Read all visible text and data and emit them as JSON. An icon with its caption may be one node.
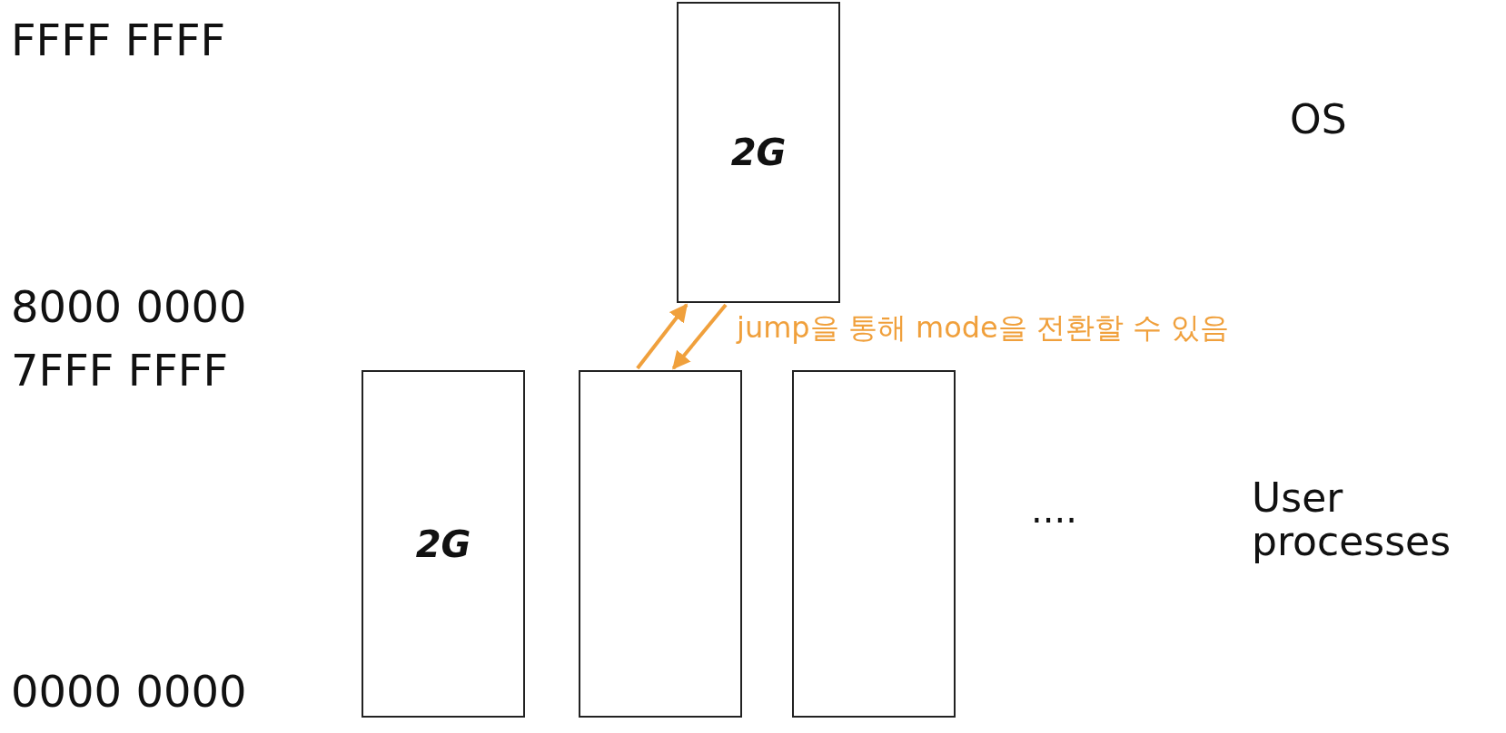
{
  "diagram": {
    "nodes": [
      {
        "text": [
          "2G"
        ]
      },
      {
        "text": [
          "2G"
        ]
      },
      {
        "text": [],
        "shape": "box"
      },
      {
        "text": [],
        "shape": "box"
      }
    ],
    "edges": [
      {
        "from": 2,
        "to": 0,
        "arrow": "to",
        "color": "#f0a03c"
      },
      {
        "from": 0,
        "to": 2,
        "arrow": "to",
        "color": "#f0a03c"
      }
    ],
    "labels": [
      "FFFF FFFF",
      "OS",
      "8000 0000",
      "jump을 통해 mode을 전환할 수 있음",
      "7FFF FFFF",
      "....",
      "User processes",
      "0000 0000"
    ]
  }
}
